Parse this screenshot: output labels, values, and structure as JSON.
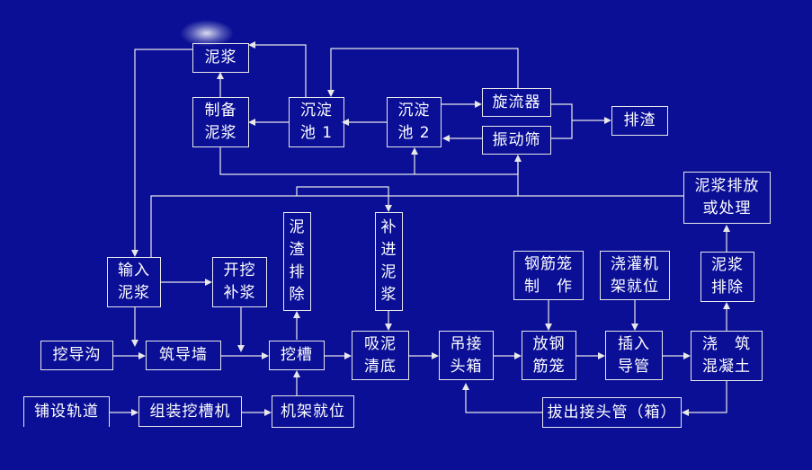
{
  "colors": {
    "background": "#0a0f96",
    "line": "#e8e8e8",
    "text": "#ffffff"
  },
  "boxes": {
    "ni_jiang_top": "泥浆",
    "zhi_bei_ni_jiang": "制备\n泥浆",
    "chen_dian_chi_1": "沉淀\n池 1",
    "chen_dian_chi_2": "沉淀\n池 2",
    "xuan_liu_qi": "旋流器",
    "zhen_dong_shai": "振动筛",
    "pai_zha": "排渣",
    "ni_jiang_pai_fang": "泥浆排放\n或处理",
    "ni_zha_pai_chu": "泥\n渣\n排\n除",
    "bu_jin_ni_jiang": "补\n进\n泥\n浆",
    "shu_ru_ni_jiang": "输入\n泥浆",
    "kai_wa_bu_jiang": "开挖\n补浆",
    "gang_jin_long_zhi_zuo": "钢筋笼\n制　作",
    "jiao_guan_ji_jia": "浇灌机\n架就位",
    "ni_jiang_pai_chu": "泥浆\n排除",
    "wa_dao_gou": "挖导沟",
    "zhu_dao_qiang": "筑导墙",
    "wa_cao": "挖槽",
    "xi_ni_qing_di": "吸泥\n清底",
    "diao_jie_tou_xiang": "吊接\n头箱",
    "fang_gang_jin_long": "放钢\n筋笼",
    "cha_ru_dao_guan": "插入\n导管",
    "jiao_zhu_hun_ning_tu": "浇　筑\n混凝土",
    "pu_she_gui_dao": "铺设轨道",
    "zu_zhuang_wa_cao_ji": "组装挖槽机",
    "ji_jia_jiu_wei": "机架就位",
    "ba_chu_jie_tou_guan": "拔出接头管（箱）"
  }
}
